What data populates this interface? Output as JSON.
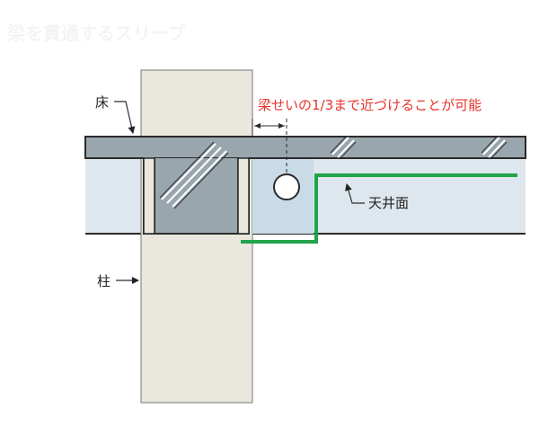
{
  "header": {
    "faint_title": "梁を貫通するスリーブ"
  },
  "labels": {
    "floor": "床",
    "column": "柱",
    "ceiling_surface": "天井面",
    "note": "梁せいの1/3まで近づけることが可能"
  },
  "colors": {
    "slab": "#9aa6ae",
    "beam": "#b9c5cd",
    "ceiling_void": "#dde7ed",
    "column": "#eae8de",
    "ceiling_line": "#20a34a",
    "note_text": "#e8322b",
    "outline": "#2b2b2b"
  },
  "icons": {
    "sleeve": "sleeve-circle-icon",
    "dimension_arrow": "dimension-arrow-icon",
    "leader_arrow": "leader-arrow-icon"
  }
}
